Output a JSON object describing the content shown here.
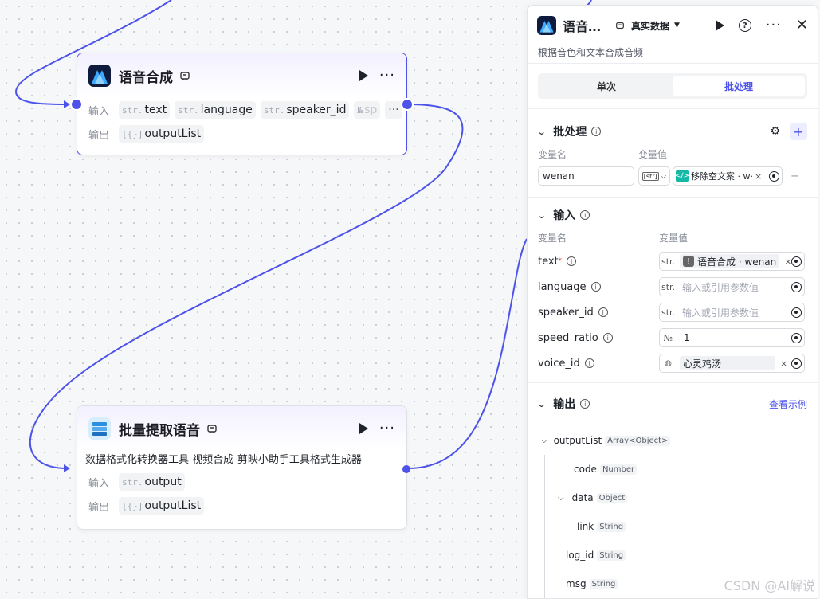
{
  "canvas": {
    "node_tts": {
      "title": "语音合成",
      "input_label": "输入",
      "output_label": "输出",
      "inputs": [
        {
          "type": "str.",
          "name": "text"
        },
        {
          "type": "str.",
          "name": "language"
        },
        {
          "type": "str.",
          "name": "speaker_id"
        },
        {
          "type": "№",
          "name": "sp"
        }
      ],
      "more": "···",
      "outputs": [
        {
          "type": "[{}]",
          "name": "outputList"
        }
      ]
    },
    "node_batch": {
      "title": "批量提取语音",
      "description": "数据格式化转换器工具 视频合成-剪映小助手工具格式生成器",
      "input_label": "输入",
      "output_label": "输出",
      "inputs": [
        {
          "type": "str.",
          "name": "output"
        }
      ],
      "outputs": [
        {
          "type": "[{}]",
          "name": "outputList"
        }
      ]
    }
  },
  "panel": {
    "title": "语音…",
    "mode": "真实数据",
    "description": "根据音色和文本合成音频",
    "tabs": [
      {
        "label": "单次",
        "active": false
      },
      {
        "label": "批处理",
        "active": true
      }
    ],
    "batch": {
      "title": "批处理",
      "col_name": "变量名",
      "col_value": "变量值",
      "var_name": "wenan",
      "type": "[str]",
      "ref": "移除空文案 · w·"
    },
    "input": {
      "title": "输入",
      "col_name": "变量名",
      "col_value": "变量值",
      "rows": [
        {
          "name": "text",
          "required": "*",
          "type": "str.",
          "ref": "语音合成 · wenan",
          "placeholder": ""
        },
        {
          "name": "language",
          "required": "",
          "type": "str.",
          "ref": "",
          "placeholder": "输入或引用参数值"
        },
        {
          "name": "speaker_id",
          "required": "",
          "type": "str.",
          "ref": "",
          "placeholder": "输入或引用参数值"
        },
        {
          "name": "speed_ratio",
          "required": "",
          "type": "№",
          "value": "1"
        },
        {
          "name": "voice_id",
          "required": "",
          "type": "voice",
          "ref": "心灵鸡汤"
        }
      ]
    },
    "output": {
      "title": "输出",
      "example_link": "查看示例",
      "tree": [
        {
          "name": "outputList",
          "type": "Array<Object>"
        },
        {
          "name": "code",
          "type": "Number"
        },
        {
          "name": "data",
          "type": "Object"
        },
        {
          "name": "link",
          "type": "String"
        },
        {
          "name": "log_id",
          "type": "String"
        },
        {
          "name": "msg",
          "type": "String"
        }
      ]
    }
  },
  "watermark": "CSDN @AI解说",
  "colors": {
    "accent": "#4d53e8",
    "edge": "#4d53e8"
  }
}
